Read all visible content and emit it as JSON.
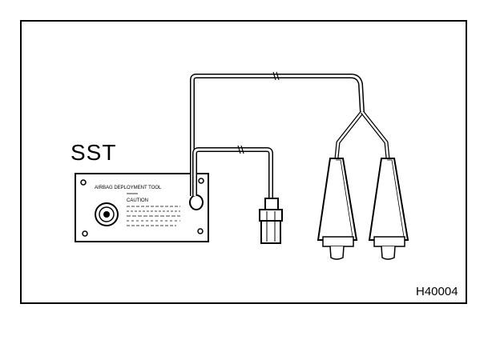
{
  "labels": {
    "sst": "SST",
    "figure_code": "H40004"
  },
  "plate": {
    "title": "AIRBAG DEPLOYMENT TOOL",
    "caution": "CAUTION"
  },
  "colors": {
    "ink": "#000000",
    "paper": "#ffffff"
  }
}
